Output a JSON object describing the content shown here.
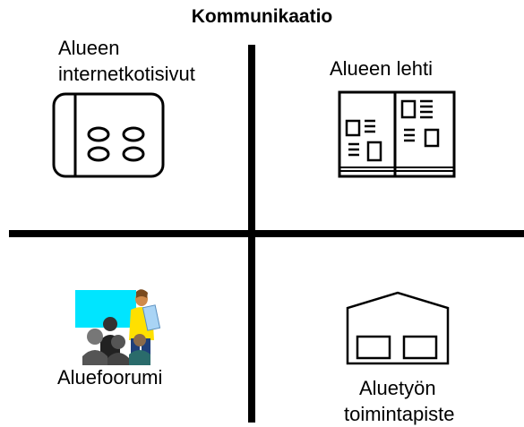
{
  "title": "Kommunikaatio",
  "quadrants": {
    "top_left": {
      "label_line1": "Alueen",
      "label_line2": "internetkotisivut",
      "icon": "website-book-icon"
    },
    "top_right": {
      "label": "Alueen lehti",
      "icon": "newspaper-icon"
    },
    "bottom_left": {
      "label": "Aluefoorumi",
      "icon": "forum-meeting-icon"
    },
    "bottom_right": {
      "label_line1": "Aluetyön",
      "label_line2": "toimintapiste",
      "icon": "office-building-icon"
    }
  },
  "colors": {
    "divider": "#000000",
    "screen": "#00e5ff",
    "presenter_shirt": "#ffe000",
    "paper": "#a9d4f5"
  }
}
